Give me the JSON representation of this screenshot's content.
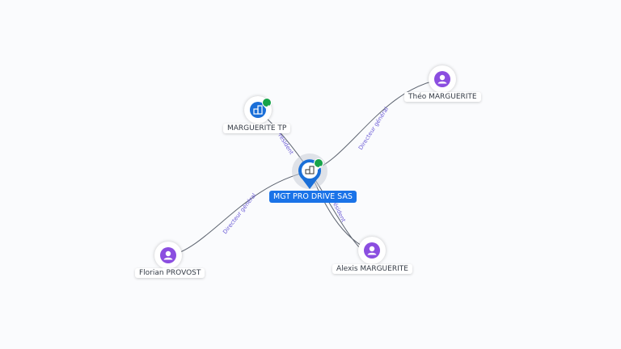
{
  "nodes": {
    "main": {
      "label": "MGT PRO DRIVE SAS",
      "type": "company",
      "verified": true
    },
    "marguerite_tp": {
      "label": "MARGUERITE TP",
      "type": "company",
      "verified": true
    },
    "theo": {
      "label": "Théo MARGUERITE",
      "type": "person"
    },
    "florian": {
      "label": "Florian PROVOST",
      "type": "person"
    },
    "alexis": {
      "label": "Alexis MARGUERITE",
      "type": "person"
    }
  },
  "edges": {
    "theo_main": "Directeur général",
    "florian_main": "Directeur général",
    "tp_main": "Président",
    "alexis_main": "Président"
  },
  "colors": {
    "person": "#8b4ee0",
    "company": "#1a6fd8",
    "main_label_bg": "#1a73e8",
    "verified": "#17a34a",
    "edge_label": "#6b5bd6"
  },
  "icons": {
    "person": "person-icon",
    "company": "building-icon",
    "verified": "check-icon"
  }
}
